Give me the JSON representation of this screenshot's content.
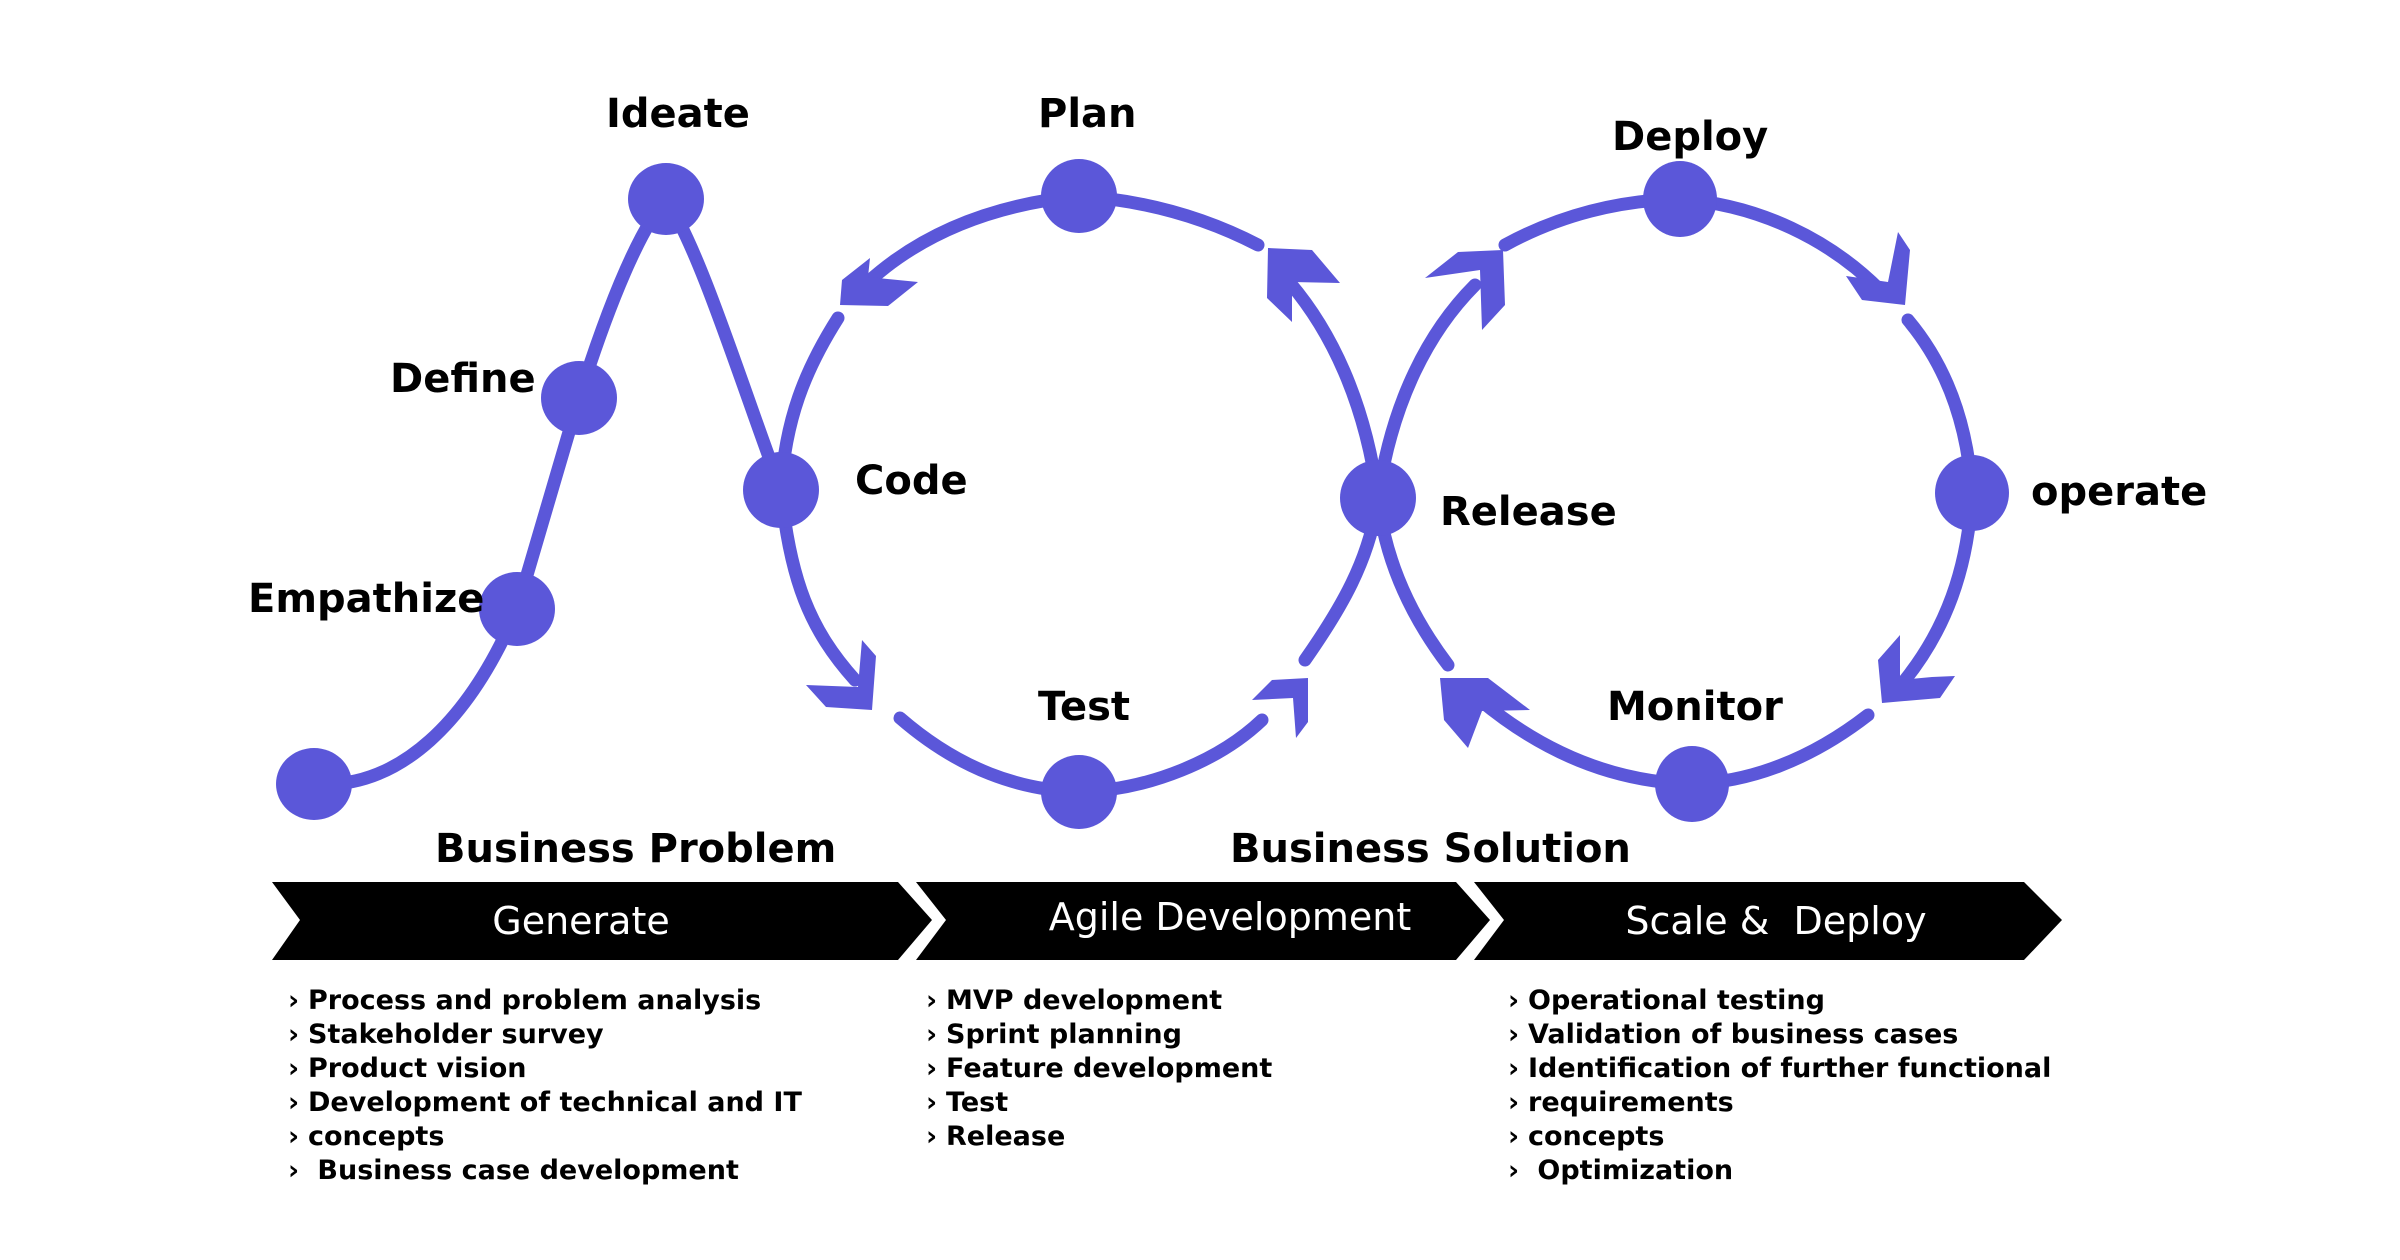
{
  "colors": {
    "accent": "#5B57D9",
    "banner": "#000000",
    "banner_text": "#FFFFFF",
    "text": "#000000",
    "background": "#FFFFFF"
  },
  "design_thinking": {
    "stages": [
      {
        "label": "",
        "name": "start"
      },
      {
        "label": "Empathize",
        "name": "empathize"
      },
      {
        "label": "Define",
        "name": "define"
      },
      {
        "label": "Ideate",
        "name": "ideate"
      }
    ]
  },
  "agile_loop": {
    "stages": [
      {
        "label": "Code",
        "name": "code"
      },
      {
        "label": "Plan",
        "name": "plan"
      },
      {
        "label": "Test",
        "name": "test"
      }
    ]
  },
  "devops_loop": {
    "stages": [
      {
        "label": "Release",
        "name": "release"
      },
      {
        "label": "Deploy",
        "name": "deploy"
      },
      {
        "label": "operate",
        "name": "operate"
      },
      {
        "label": "Monitor",
        "name": "monitor"
      }
    ]
  },
  "sections": {
    "business_problem": "Business Problem",
    "business_solution": "Business Solution"
  },
  "phases": [
    {
      "label": "Generate",
      "bullets": [
        "Process and problem analysis",
        "Stakeholder survey",
        "Product vision",
        "Development of technical and IT",
        "concepts",
        " Business case development"
      ]
    },
    {
      "label": "Agile Development",
      "bullets": [
        "MVP development",
        "Sprint planning",
        "Feature development",
        "Test",
        "Release"
      ]
    },
    {
      "label": "Scale &  Deploy",
      "bullets": [
        "Operational testing",
        "Validation of business cases",
        "Identification of further functional",
        "requirements",
        "concepts",
        " Optimization"
      ]
    }
  ],
  "bullet_glyph": "›",
  "icons": {
    "stage_node": "filled-circle",
    "flow_arrow": "chevron-arrowhead"
  }
}
